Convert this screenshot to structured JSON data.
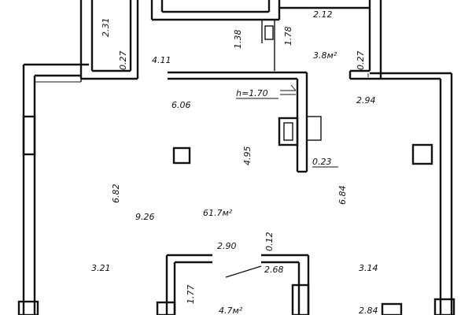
{
  "plan": {
    "dimensions": {
      "top_right_width": "2.12",
      "left_upper_height": "2.31",
      "left_wall_thickness": "0.27",
      "corridor_width": "4.11",
      "shaft_height_1": "1.38",
      "shaft_height_2": "1.78",
      "right_wall_thickness": "0.27",
      "ceiling_height": "h=1.70",
      "hall_width": "6.06",
      "right_span": "2.94",
      "center_height": "4.95",
      "partition_thickness": "0.23",
      "left_height": "6.82",
      "right_height": "6.84",
      "hall_depth": "9.26",
      "room_width": "2.90",
      "room_wall_thickness": "0.12",
      "room_depth": "2.68",
      "left_bottom": "3.21",
      "right_bottom": "3.14",
      "room_height": "1.77",
      "bottom_right": "2.84"
    },
    "areas": {
      "small_room": "3.8м²",
      "main_hall": "61.7м²",
      "bottom_room": "4.7м²"
    }
  }
}
